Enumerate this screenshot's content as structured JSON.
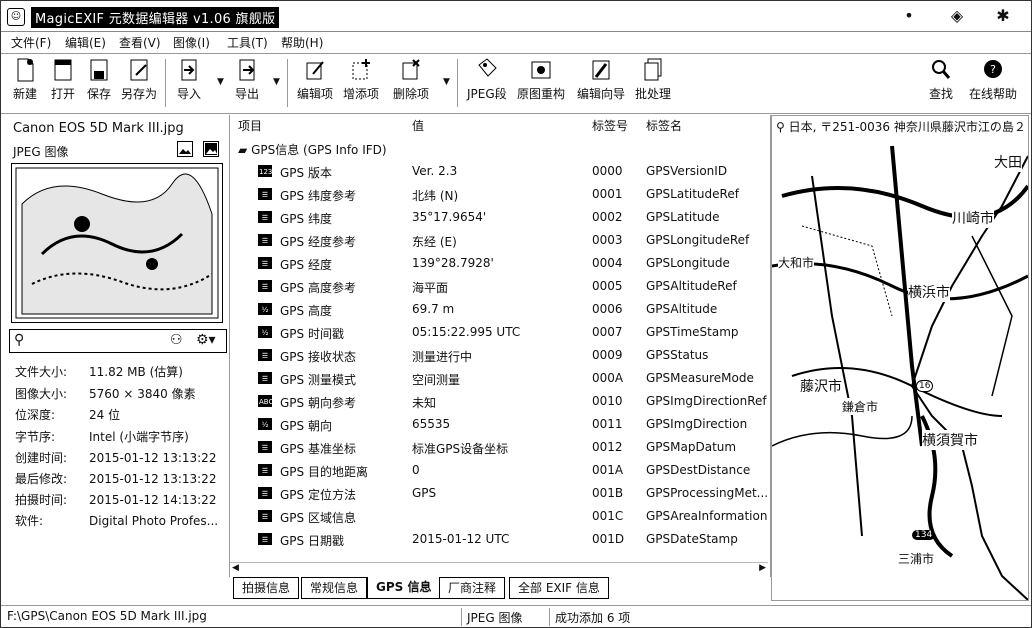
{
  "window": {
    "title": "MagicEXIF 元数据编辑器 v1.06 旗舰版"
  },
  "menu": [
    "文件(F)",
    "编辑(E)",
    "查看(V)",
    "图像(I)",
    "工具(T)",
    "帮助(H)"
  ],
  "toolbar": {
    "new": "新建",
    "open": "打开",
    "save": "保存",
    "save_as": "另存为",
    "import": "导入",
    "export": "导出",
    "edit_item": "编辑项",
    "add_item": "增添项",
    "delete_item": "删除项",
    "jpeg_segment": "JPEG段",
    "rebuild": "原图重构",
    "wizard": "编辑向导",
    "batch": "批处理",
    "find": "查找",
    "online_help": "在线帮助"
  },
  "file": {
    "name": "Canon EOS 5D Mark III.jpg",
    "type": "JPEG 图像"
  },
  "info": [
    {
      "k": "文件大小:",
      "v": "11.82 MB (估算)"
    },
    {
      "k": "图像大小:",
      "v": "5760 × 3840 像素"
    },
    {
      "k": "位深度:",
      "v": "24 位"
    },
    {
      "k": "字节序:",
      "v": "Intel (小端字节序)"
    },
    {
      "k": "创建时间:",
      "v": "2015-01-12 13:13:22"
    },
    {
      "k": "最后修改:",
      "v": "2015-01-12 13:13:22"
    },
    {
      "k": "拍摄时间:",
      "v": "2015-01-12 14:13:22"
    },
    {
      "k": "软件:",
      "v": "Digital Photo Profes..."
    }
  ],
  "table": {
    "headers": {
      "item": "项目",
      "value": "值",
      "tag_id": "标签号",
      "tag_name": "标签名"
    },
    "group": "GPS信息 (GPS Info IFD)",
    "rows": [
      {
        "icon": "123",
        "item": "GPS 版本",
        "value": "Ver. 2.3",
        "tag_id": "0000",
        "tag_name": "GPSVersionID"
      },
      {
        "icon": "☰",
        "item": "GPS 纬度参考",
        "value": "北纬 (N)",
        "tag_id": "0001",
        "tag_name": "GPSLatitudeRef"
      },
      {
        "icon": "☰",
        "item": "GPS 纬度",
        "value": "35°17.9654'",
        "tag_id": "0002",
        "tag_name": "GPSLatitude"
      },
      {
        "icon": "☰",
        "item": "GPS 经度参考",
        "value": "东经 (E)",
        "tag_id": "0003",
        "tag_name": "GPSLongitudeRef"
      },
      {
        "icon": "☰",
        "item": "GPS 经度",
        "value": "139°28.7928'",
        "tag_id": "0004",
        "tag_name": "GPSLongitude"
      },
      {
        "icon": "☰",
        "item": "GPS 高度参考",
        "value": "海平面",
        "tag_id": "0005",
        "tag_name": "GPSAltitudeRef"
      },
      {
        "icon": "½",
        "item": "GPS 高度",
        "value": "69.7 m",
        "tag_id": "0006",
        "tag_name": "GPSAltitude"
      },
      {
        "icon": "½",
        "item": "GPS 时间戳",
        "value": "05:15:22.995 UTC",
        "tag_id": "0007",
        "tag_name": "GPSTimeStamp"
      },
      {
        "icon": "☰",
        "item": "GPS 接收状态",
        "value": "测量进行中",
        "tag_id": "0009",
        "tag_name": "GPSStatus"
      },
      {
        "icon": "☰",
        "item": "GPS 测量模式",
        "value": "空间测量",
        "tag_id": "000A",
        "tag_name": "GPSMeasureMode"
      },
      {
        "icon": "ABC",
        "item": "GPS 朝向参考",
        "value": "未知",
        "tag_id": "0010",
        "tag_name": "GPSImgDirectionRef"
      },
      {
        "icon": "½",
        "item": "GPS 朝向",
        "value": "65535",
        "tag_id": "0011",
        "tag_name": "GPSImgDirection"
      },
      {
        "icon": "☰",
        "item": "GPS 基准坐标",
        "value": "标准GPS设备坐标",
        "tag_id": "0012",
        "tag_name": "GPSMapDatum"
      },
      {
        "icon": "☰",
        "item": "GPS 目的地距离",
        "value": "0",
        "tag_id": "001A",
        "tag_name": "GPSDestDistance"
      },
      {
        "icon": "☰",
        "item": "GPS 定位方法",
        "value": "GPS",
        "tag_id": "001B",
        "tag_name": "GPSProcessingMet..."
      },
      {
        "icon": "☰",
        "item": "GPS 区域信息",
        "value": "",
        "tag_id": "001C",
        "tag_name": "GPSAreaInformation"
      },
      {
        "icon": "☰",
        "item": "GPS 日期戳",
        "value": "2015-01-12 UTC",
        "tag_id": "001D",
        "tag_name": "GPSDateStamp"
      }
    ]
  },
  "tabs": [
    "拍摄信息",
    "常规信息",
    "GPS 信息",
    "厂商注释",
    "全部 EXIF 信息"
  ],
  "active_tab": "GPS 信息",
  "map": {
    "address": "日本, 〒251-0036 神奈川県藤沢市江の島２",
    "cities": [
      "大田",
      "川崎市",
      "大和市",
      "横浜市",
      "藤沢市",
      "鎌倉市",
      "横須賀市",
      "三浦市"
    ],
    "markers": [
      "16",
      "134"
    ]
  },
  "status": {
    "path": "F:\\GPS\\Canon EOS 5D Mark III.jpg",
    "type": "JPEG 图像",
    "message": "成功添加 6 项"
  }
}
